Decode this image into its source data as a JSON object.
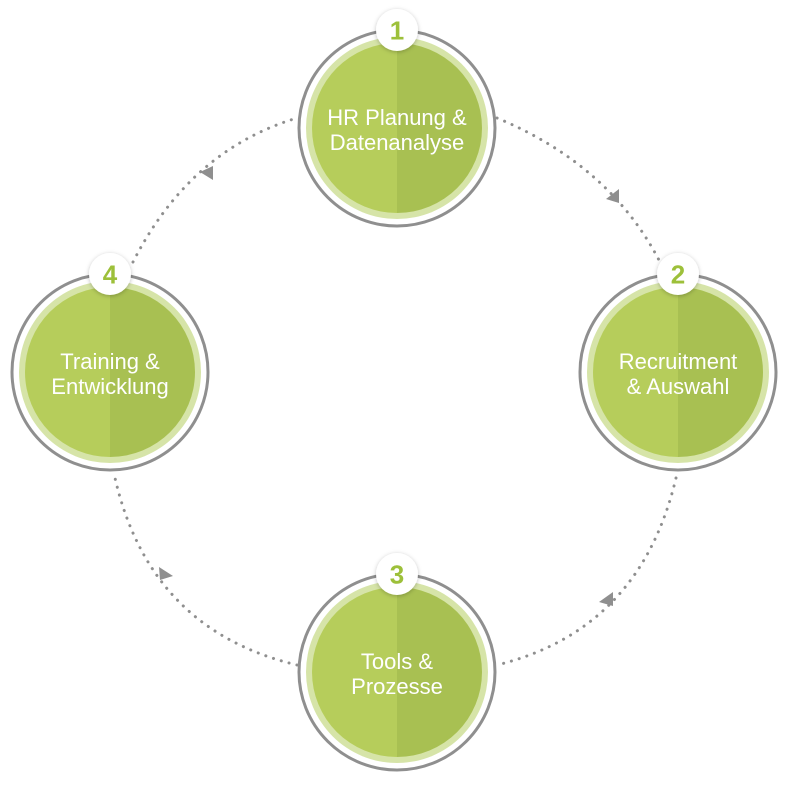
{
  "colors": {
    "left_half": "#b6cd5b",
    "right_half": "#a8c052",
    "light_ring": "#d6e4a8",
    "ring": "#8f8f8f",
    "number": "#9dc03a",
    "connector": "#8f8f8f"
  },
  "steps": [
    {
      "number": "1",
      "line1": "HR Planung &",
      "line2": "Datenanalyse"
    },
    {
      "number": "2",
      "line1": "Recruitment",
      "line2": "& Auswahl"
    },
    {
      "number": "3",
      "line1": "Tools &",
      "line2": "Prozesse"
    },
    {
      "number": "4",
      "line1": "Training &",
      "line2": "Entwicklung"
    }
  ]
}
